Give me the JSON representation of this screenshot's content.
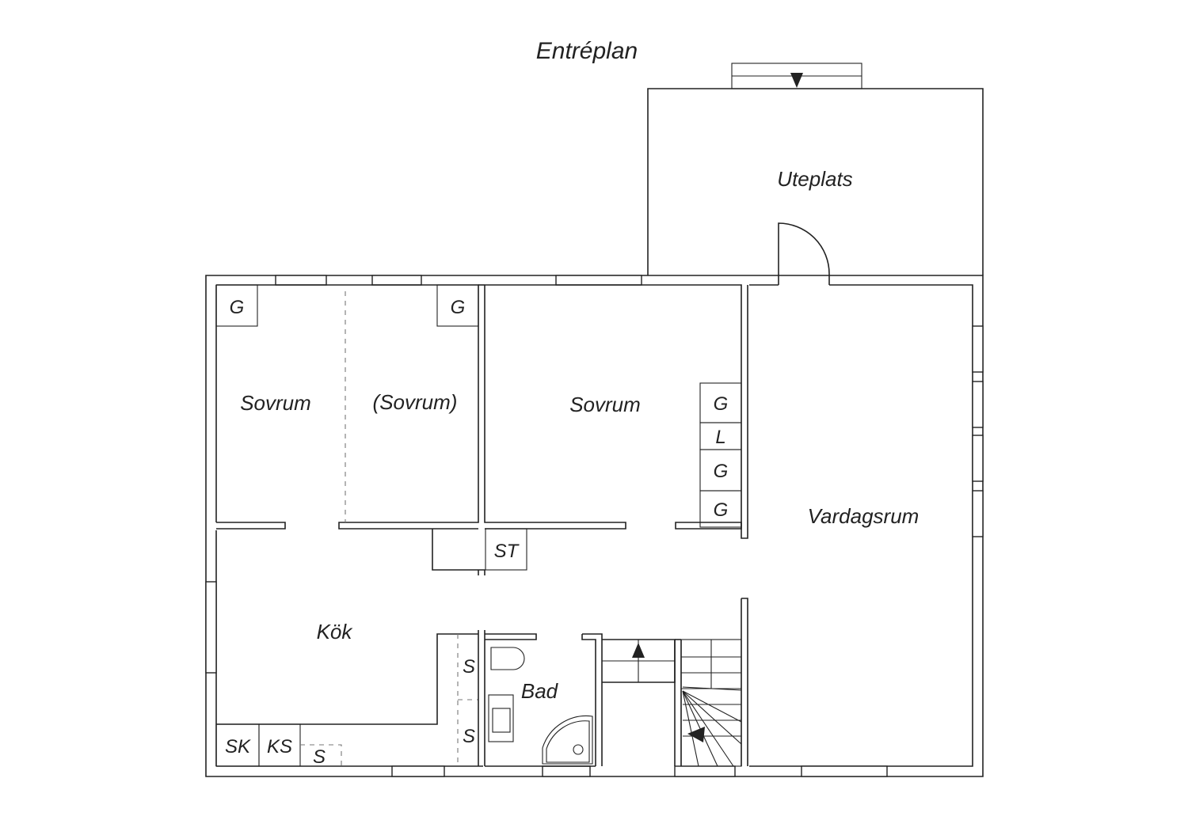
{
  "title": "Entréplan",
  "rooms": {
    "uteplats": "Uteplats",
    "sovrum_1": "Sovrum",
    "sovrum_2": "(Sovrum)",
    "sovrum_3": "Sovrum",
    "vardagsrum": "Vardagsrum",
    "kok": "Kök",
    "bad": "Bad"
  },
  "fixtures": {
    "g1": "G",
    "g2": "G",
    "g3": "G",
    "l1": "L",
    "g4": "G",
    "g5": "G",
    "st": "ST",
    "s1": "S",
    "s2": "S",
    "s3": "S",
    "sk": "SK",
    "ks": "KS"
  },
  "colors": {
    "line": "#222222",
    "background": "#ffffff"
  }
}
